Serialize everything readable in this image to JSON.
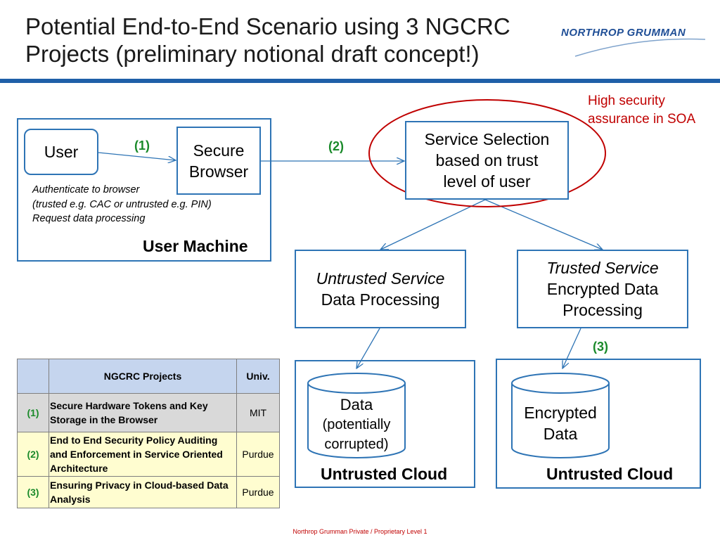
{
  "header": {
    "title_line1": "Potential End-to-End Scenario using 3 NGCRC",
    "title_line2": "Projects (preliminary notional draft concept!)",
    "logo_text": "NORTHROP GRUMMAN"
  },
  "user_machine": {
    "label": "User Machine",
    "user_box": "User",
    "secure_browser_line1": "Secure",
    "secure_browser_line2": "Browser",
    "note_line1": "Authenticate to browser",
    "note_line2": "(trusted e.g. CAC or untrusted e.g. PIN)",
    "note_line3": "Request data processing"
  },
  "steps": {
    "s1": "(1)",
    "s2": "(2)",
    "s3": "(3)"
  },
  "service_selection": {
    "line1": "Service Selection",
    "line2": "based on trust",
    "line3": "level of user"
  },
  "high_security_note": {
    "line1": "High security",
    "line2": "assurance in SOA"
  },
  "untrusted_service": {
    "line1": "Untrusted Service",
    "line2": "Data Processing"
  },
  "trusted_service": {
    "line1": "Trusted Service",
    "line2": "Encrypted Data",
    "line3": "Processing"
  },
  "clouds": {
    "left": {
      "label": "Untrusted Cloud",
      "db_line1": "Data",
      "db_line2": "(potentially",
      "db_line3": "corrupted)"
    },
    "right": {
      "label": "Untrusted Cloud",
      "db_line1": "Encrypted",
      "db_line2": "Data"
    }
  },
  "projects_table": {
    "header_projects": "NGCRC Projects",
    "header_univ": "Univ.",
    "rows": [
      {
        "num": "(1)",
        "name": "Secure Hardware Tokens and Key Storage in the Browser",
        "univ": "MIT"
      },
      {
        "num": "(2)",
        "name": "End to End Security Policy Auditing and Enforcement in Service Oriented Architecture",
        "univ": "Purdue"
      },
      {
        "num": "(3)",
        "name": "Ensuring Privacy in Cloud-based Data Analysis",
        "univ": "Purdue"
      }
    ]
  },
  "footer": {
    "text": "Northrop Grumman Private / Proprietary Level 1"
  },
  "colors": {
    "box_border": "#2e74b5",
    "step_green": "#1a8a2a",
    "accent_red": "#c00000",
    "rule_blue": "#1f5fa8"
  }
}
